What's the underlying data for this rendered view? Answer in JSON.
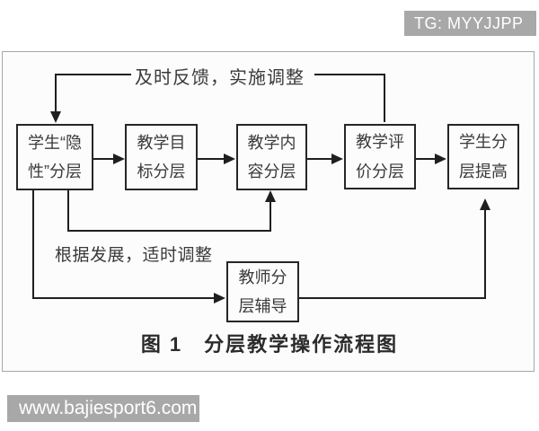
{
  "overlays": {
    "top_badge": "TG: MYYJJPP",
    "bottom_watermark": "www.bajiesport6.com"
  },
  "diagram": {
    "boxes": [
      {
        "label": "学生“隐\n性”分层"
      },
      {
        "label": "教学目\n标分层"
      },
      {
        "label": "教学内\n容分层"
      },
      {
        "label": "教学评\n价分层"
      },
      {
        "label": "学生分\n层提高"
      },
      {
        "label": "教师分\n层辅导"
      }
    ],
    "annotations": {
      "top_feedback": "及时反馈，实施调整",
      "development": "根据发展，适时调整"
    },
    "caption": "图 1　分层教学操作流程图"
  },
  "colors": {
    "line": "#1f1f1f",
    "box_border": "#262626",
    "frame_border": "#a6a6a6",
    "watermark_bg": "#a8a8a8",
    "watermark_text": "#ffffff"
  }
}
